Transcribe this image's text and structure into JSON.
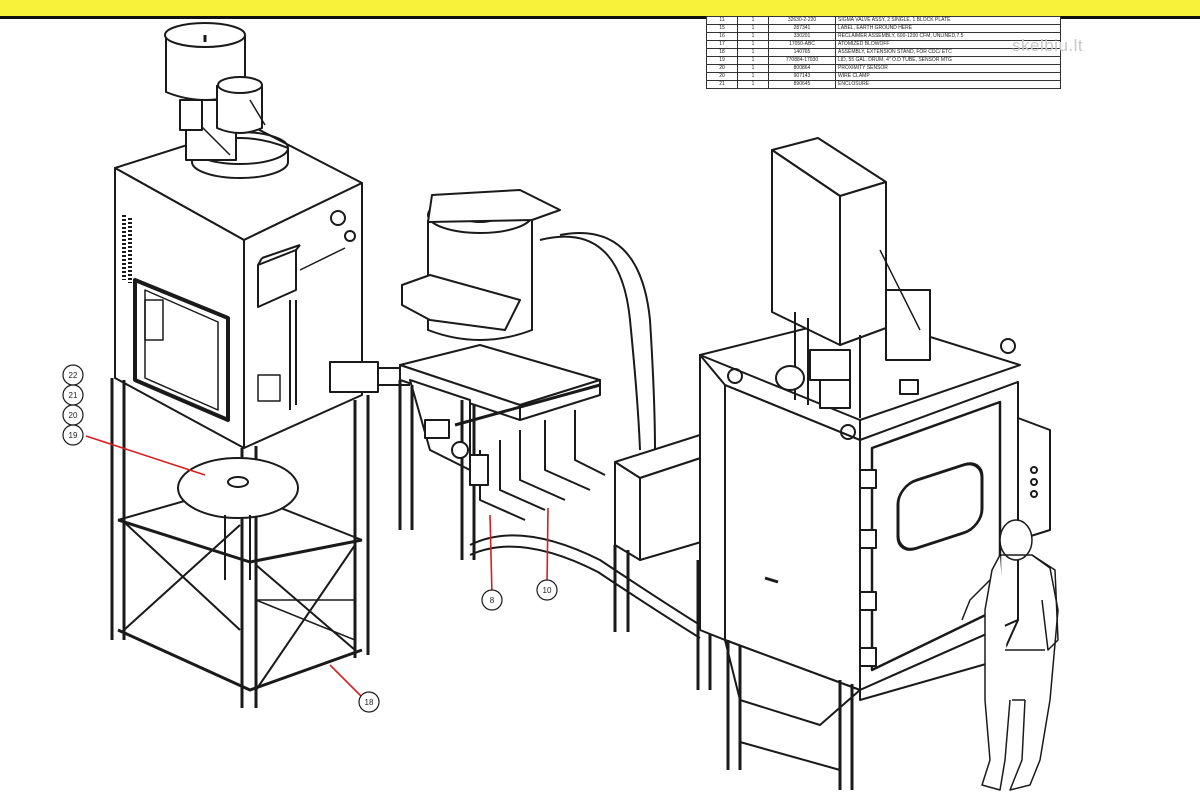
{
  "banner": {
    "color": "#f8f23a"
  },
  "bom": {
    "rows": [
      [
        "11",
        "1",
        "32630-2-220",
        "SIGMA VALVE ASSY, 2 SINGLE, 1 BLOCK PLATE"
      ],
      [
        "15",
        "1",
        "287341",
        "LABEL, EARTH GROUND HERE"
      ],
      [
        "16",
        "1",
        "330201",
        "RECLAIMER ASSEMBLY, 600-1200 CFM, UNLINED,7.5"
      ],
      [
        "17",
        "1",
        "17050-ABC",
        "ATOMIZED BLOWOFF"
      ],
      [
        "18",
        "1",
        "140765",
        "ASSEMBLY, EXTENSION STAND, FOR CDC/ ETC"
      ],
      [
        "19",
        "1",
        "770884-17030",
        "LID, 55 GAL. DRUM, 4\" O.D TUBE, SENSOR MTG"
      ],
      [
        "20",
        "1",
        "800864",
        "PROXIMITY SENSOR"
      ],
      [
        "20",
        "1",
        "907143",
        "WIRE CLAMP"
      ],
      [
        "21",
        "1",
        "890645",
        "ENCLOSURE"
      ]
    ]
  },
  "watermark": "skelbiu.lt",
  "callouts": {
    "c22": "22",
    "c21": "21",
    "c20": "20",
    "c19": "19",
    "c8": "8",
    "c10": "10",
    "c18": "18"
  },
  "colors": {
    "leader": "#d42020",
    "line": "#1a1a1a"
  }
}
